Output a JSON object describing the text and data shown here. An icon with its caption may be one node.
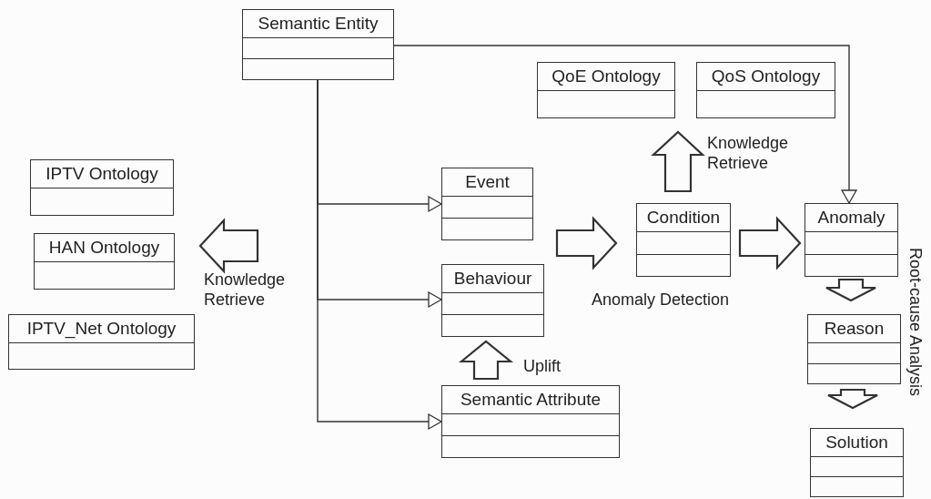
{
  "diagram": {
    "nodes": [
      {
        "text": [
          "Semantic Entity"
        ]
      },
      {
        "text": [
          "QoE Ontology"
        ]
      },
      {
        "text": [
          "QoS Ontology"
        ]
      },
      {
        "text": [
          "IPTV Ontology"
        ]
      },
      {
        "text": [
          "HAN Ontology"
        ]
      },
      {
        "text": [
          "IPTV_Net Ontology"
        ]
      },
      {
        "text": [
          "Event"
        ]
      },
      {
        "text": [
          "Condition"
        ]
      },
      {
        "text": [
          "Anomaly"
        ]
      },
      {
        "text": [
          "Behaviour"
        ]
      },
      {
        "text": [
          "Reason"
        ]
      },
      {
        "text": [
          "Semantic Attribute"
        ]
      },
      {
        "text": [
          "Solution"
        ]
      }
    ],
    "edges": [
      {
        "from": 0,
        "to": 6,
        "arrow": "to"
      },
      {
        "from": 0,
        "to": 9,
        "arrow": "to"
      },
      {
        "from": 0,
        "to": 11,
        "arrow": "to"
      },
      {
        "from": 0,
        "to": 8,
        "arrow": "to"
      },
      {
        "from": null,
        "to": 4,
        "arrow": "to",
        "style": "thick",
        "label": "Knowledge Retrieve"
      },
      {
        "from": null,
        "to": 7,
        "arrow": "to",
        "style": "thick"
      },
      {
        "from": 7,
        "to": 8,
        "arrow": "to",
        "style": "thick"
      },
      {
        "from": 7,
        "to": null,
        "arrow": "to",
        "style": "thick",
        "label": "Knowledge Retrieve"
      },
      {
        "from": 11,
        "to": 9,
        "arrow": "to",
        "style": "thick",
        "label": "Uplift"
      },
      {
        "from": 8,
        "to": 10,
        "arrow": "to",
        "style": "thick"
      },
      {
        "from": 10,
        "to": 12,
        "arrow": "to",
        "style": "thick"
      }
    ],
    "labels": [
      "Anomaly Detection",
      "Root-cause Analysis"
    ]
  }
}
